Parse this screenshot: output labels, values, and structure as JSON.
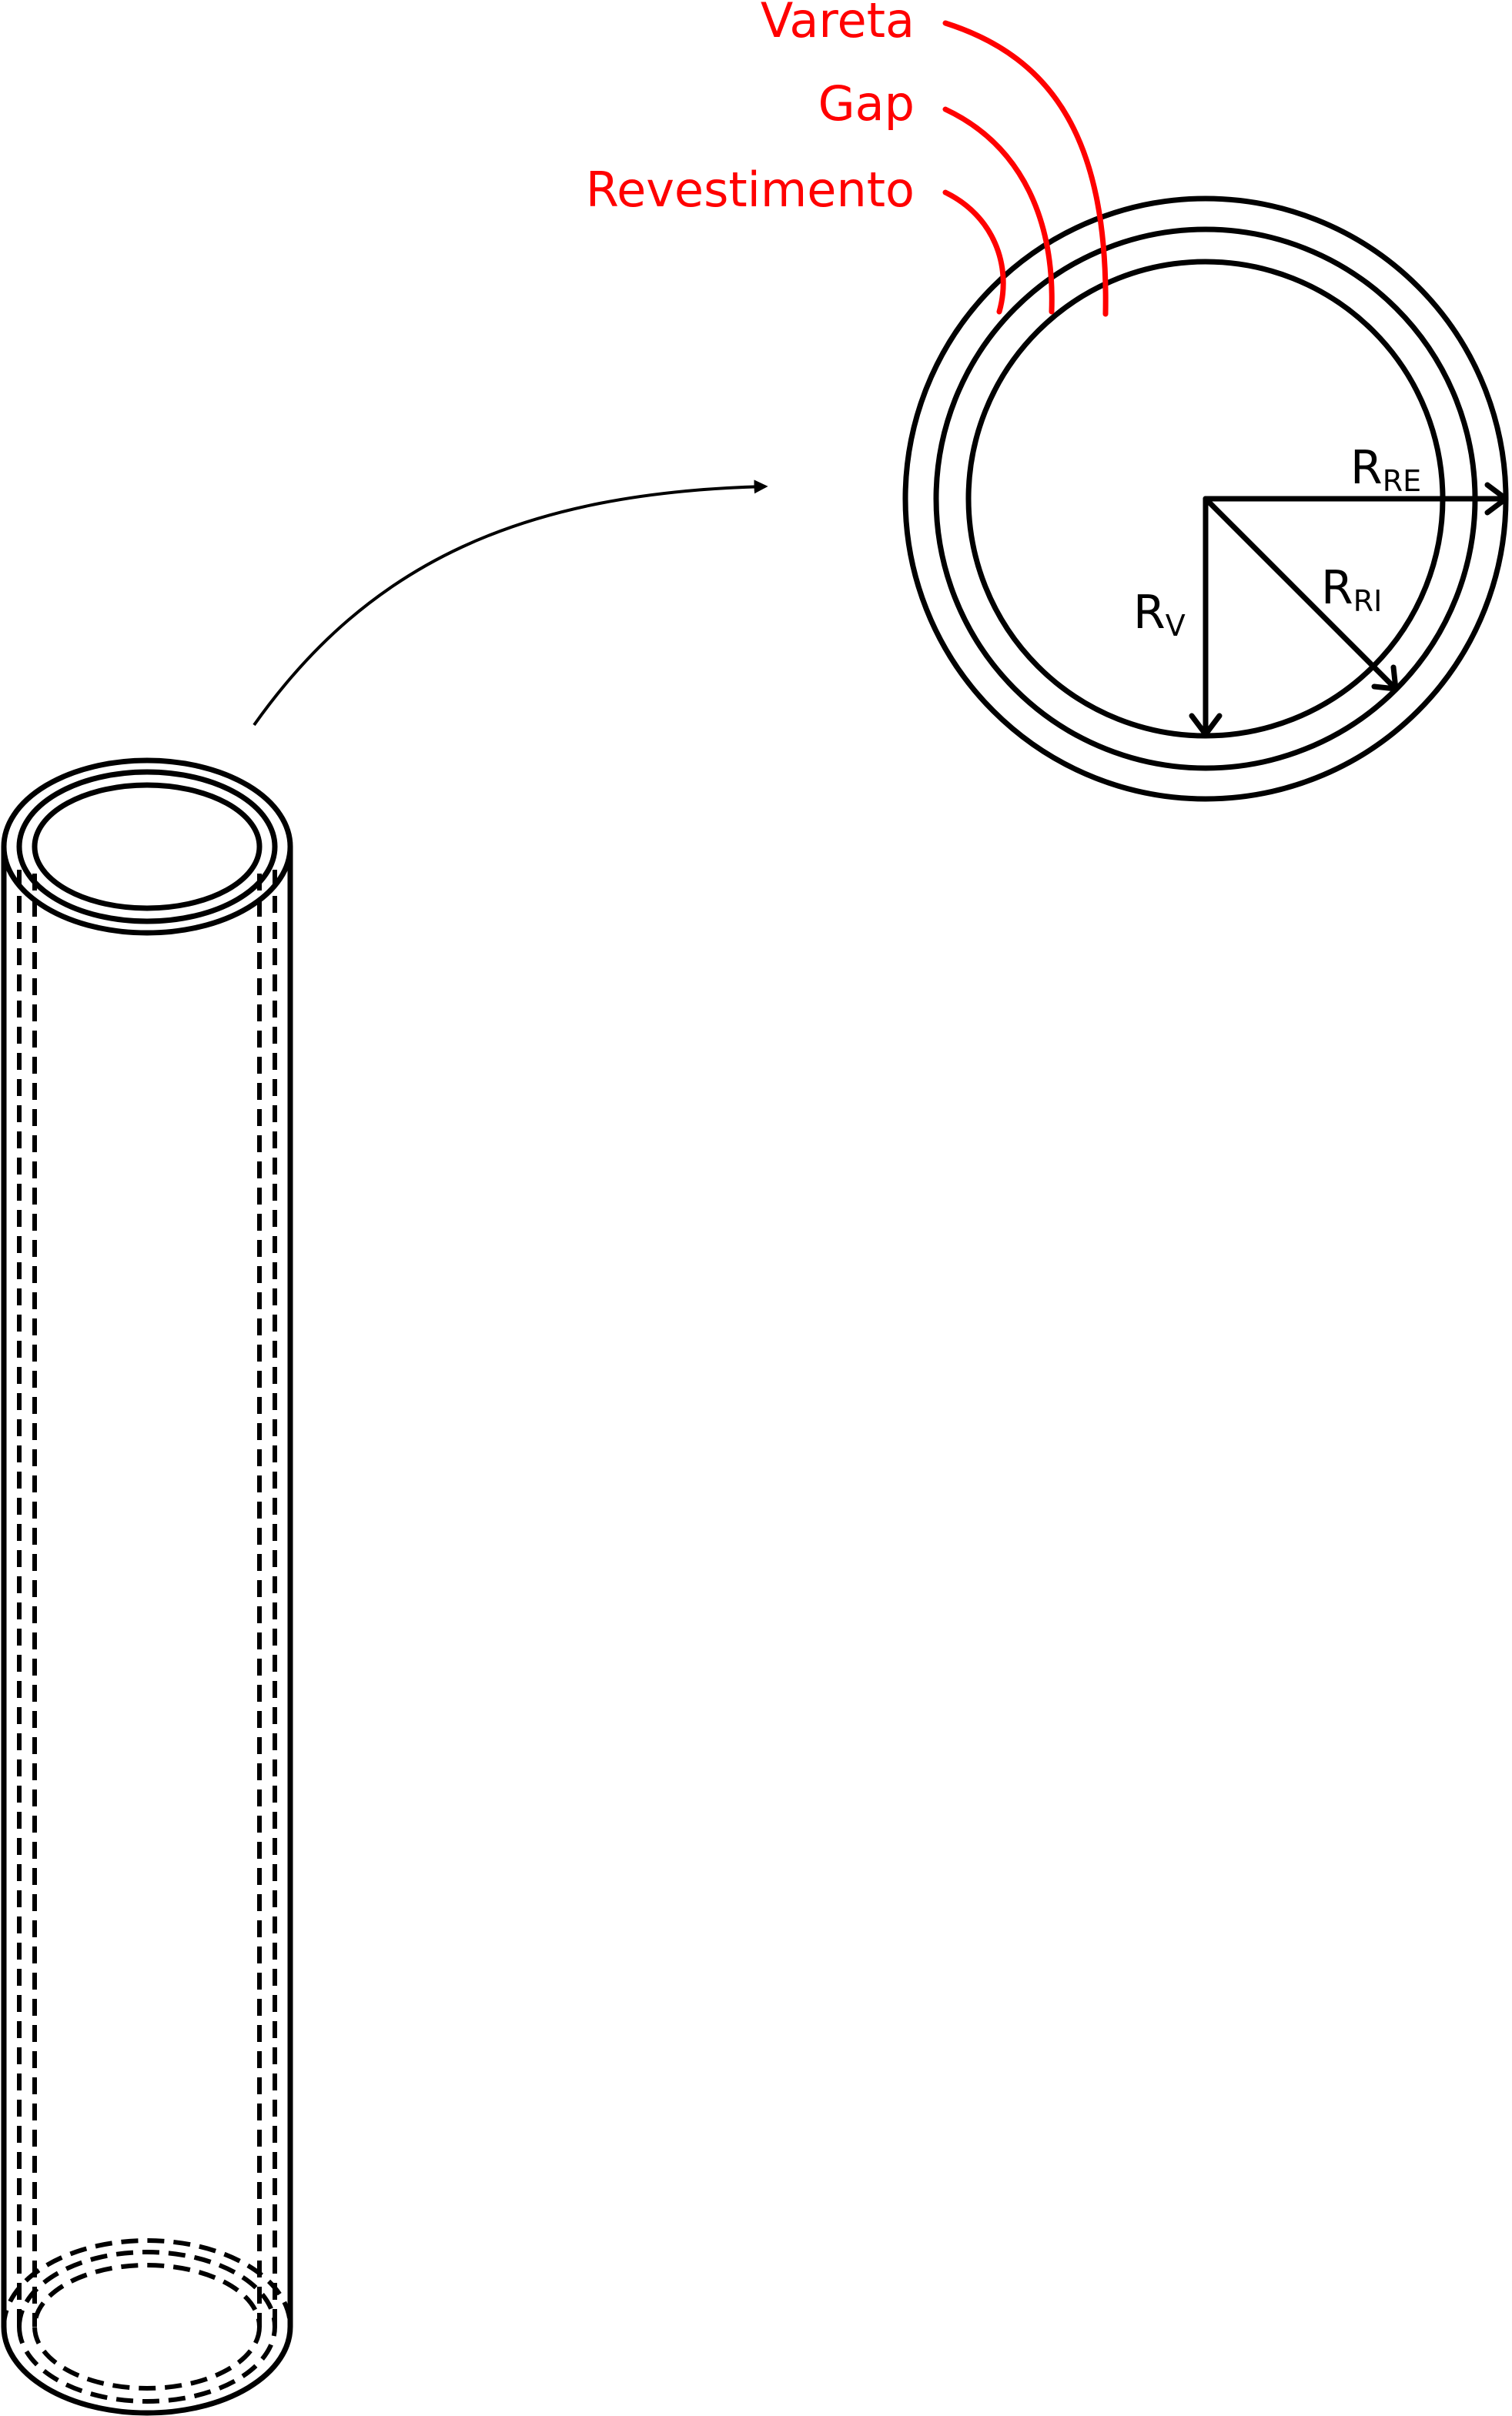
{
  "labels": {
    "rod": "Vareta",
    "gap": "Gap",
    "cladding": "Revestimento"
  },
  "radii": {
    "outer_cladding": {
      "main": "R",
      "sub": "RE"
    },
    "inner_cladding": {
      "main": "R",
      "sub": "RI"
    },
    "rod": {
      "main": "R",
      "sub": "V"
    }
  },
  "colors": {
    "annotation": "#ff0000",
    "line": "#000000",
    "background": "#ffffff"
  }
}
